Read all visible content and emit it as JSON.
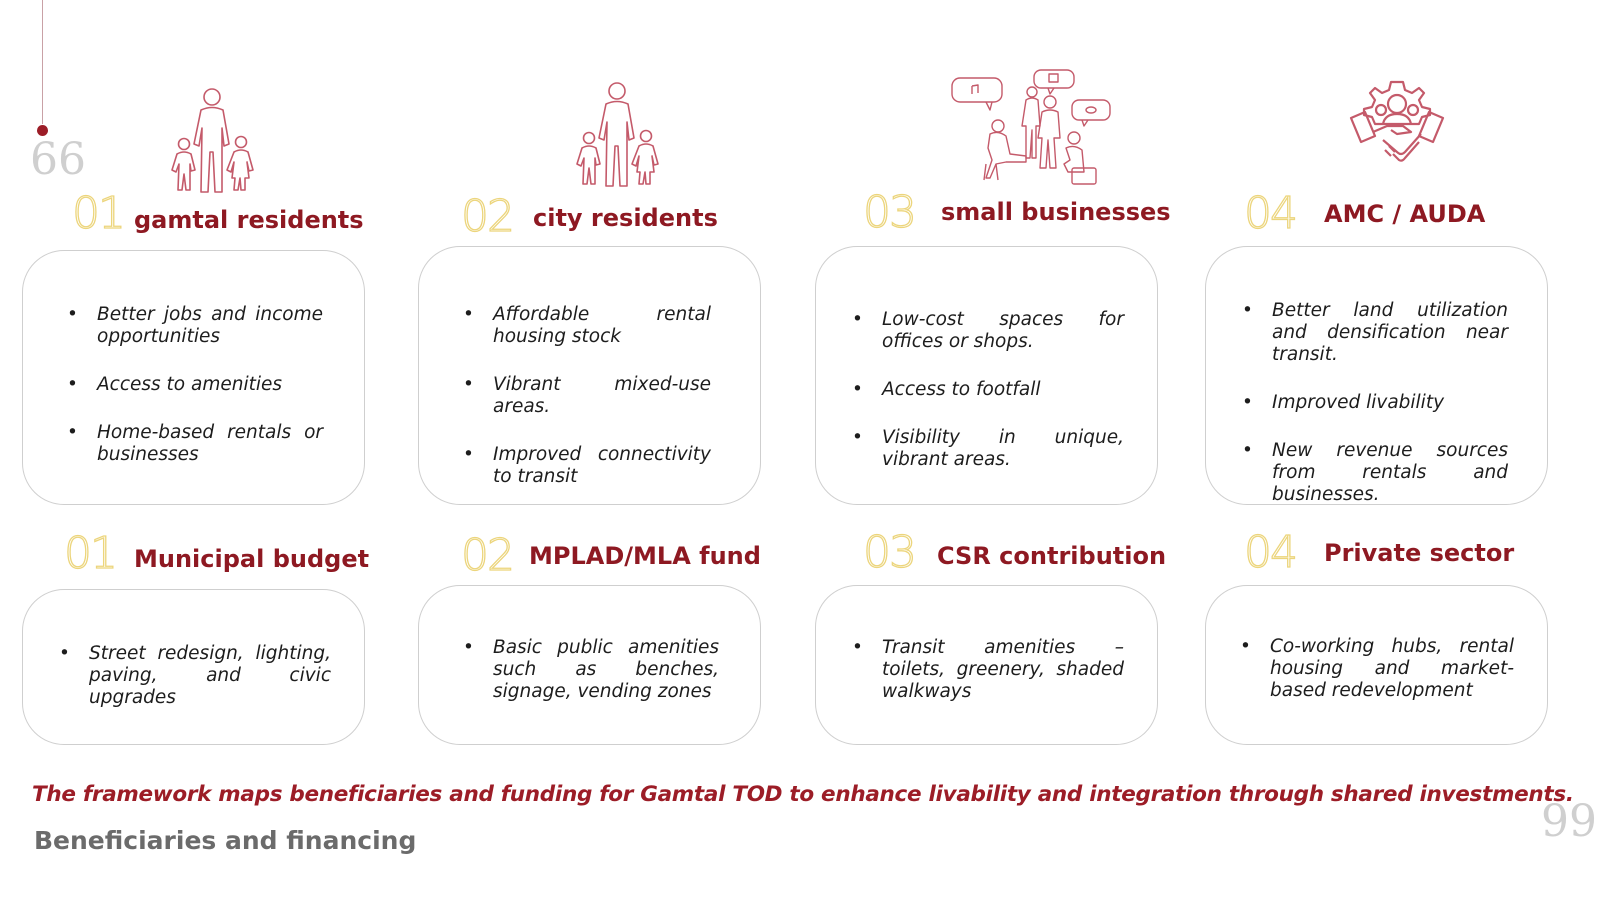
{
  "beneficiaries": [
    {
      "num": "01",
      "title": "gamtal residents",
      "icon": "family-icon",
      "points": [
        "Better jobs and income opportunities",
        "Access to amenities",
        "Home-based rentals or businesses"
      ]
    },
    {
      "num": "02",
      "title": "city residents",
      "icon": "family-icon",
      "points": [
        "Affordable rental housing stock",
        "Vibrant mixed-use areas.",
        "Improved connectivity to transit"
      ]
    },
    {
      "num": "03",
      "title": "small businesses",
      "icon": "people-chatting-icon",
      "points": [
        "Low-cost spaces for offices or shops.",
        "Access to footfall",
        "Visibility in unique, vibrant areas."
      ]
    },
    {
      "num": "04",
      "title": "AMC / AUDA",
      "icon": "partnership-gear-icon",
      "points": [
        "Better land utilization and densification near transit.",
        "Improved livability",
        "New revenue sources from rentals and businesses."
      ]
    }
  ],
  "financing": [
    {
      "num": "01",
      "title": "Municipal budget",
      "points": [
        "Street redesign, lighting, paving, and civic upgrades"
      ]
    },
    {
      "num": "02",
      "title": "MPLAD/MLA fund",
      "points": [
        "Basic public amenities such as benches, signage, vending zones"
      ]
    },
    {
      "num": "03",
      "title": "CSR contribution",
      "points": [
        "Transit amenities – toilets, greenery, shaded walkways"
      ]
    },
    {
      "num": "04",
      "title": "Private sector",
      "points": [
        "Co-working hubs, rental housing and market-based redevelopment"
      ]
    }
  ],
  "summary": "The framework maps beneficiaries and funding for Gamtal TOD to enhance livability and integration through shared investments.",
  "page_title": "Beneficiaries and financing",
  "quote_open": "66",
  "quote_close": "99",
  "colors": {
    "accent": "#8e1922",
    "number_outline": "#ecd57c",
    "icon": "#c45a6a",
    "card_border": "#cfcfcf"
  }
}
